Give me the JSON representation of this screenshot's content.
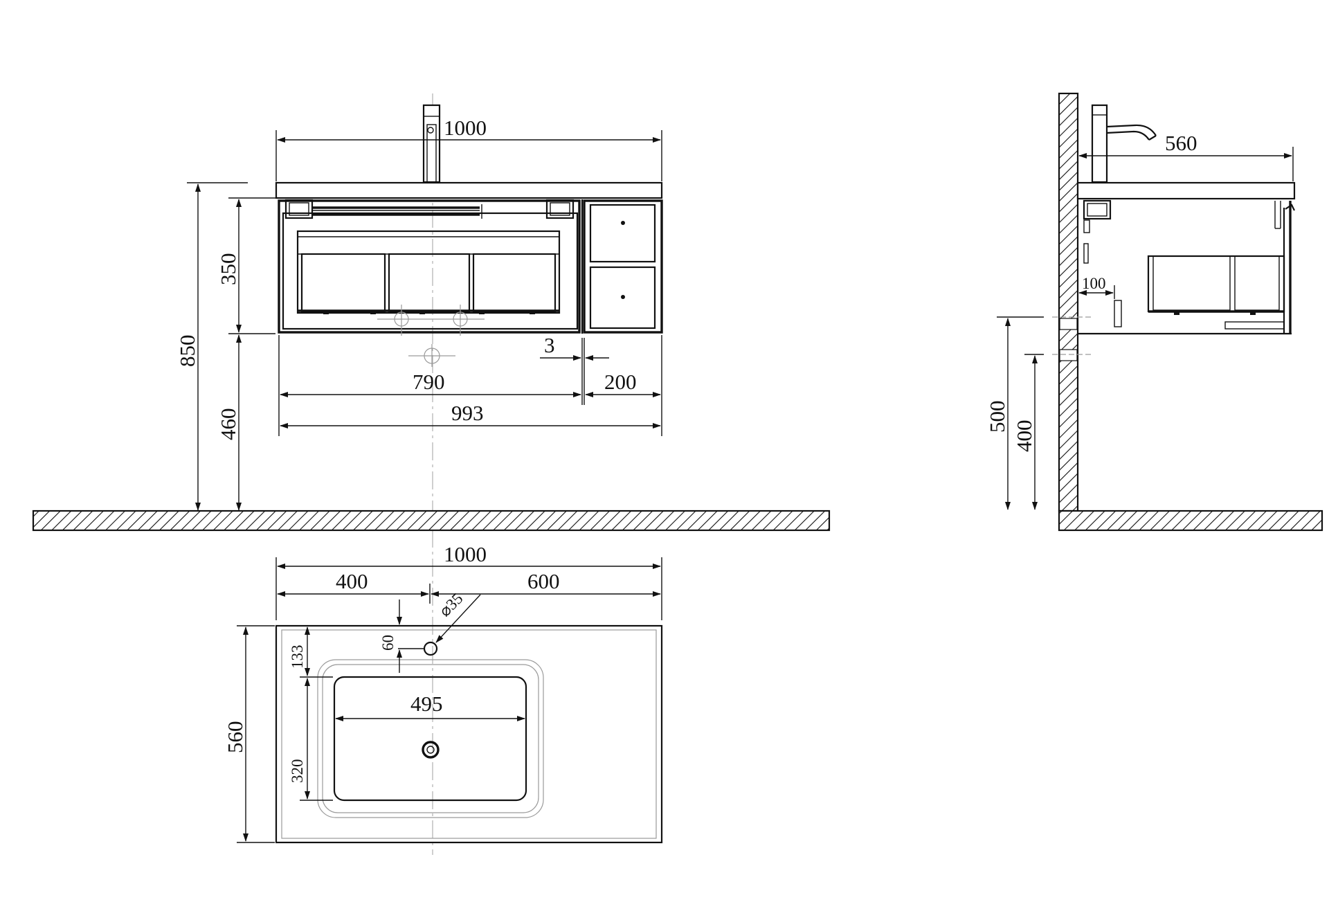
{
  "front_view": {
    "overall_width": "1000",
    "total_height": "850",
    "cabinet_height": "350",
    "mount_height": "460",
    "main_cabinet_width": "790",
    "side_cabinet_width": "200",
    "gap": "3",
    "cabinet_total_width": "993"
  },
  "side_view": {
    "depth": "560",
    "offset": "100",
    "height_upper": "500",
    "height_lower": "400"
  },
  "top_view": {
    "overall_width": "1000",
    "left_to_tap": "400",
    "right_from_tap": "600",
    "tap_hole": "35",
    "tap_to_edge": "60",
    "edge_to_basin": "133",
    "depth": "560",
    "basin_width": "495",
    "basin_depth": "320"
  }
}
